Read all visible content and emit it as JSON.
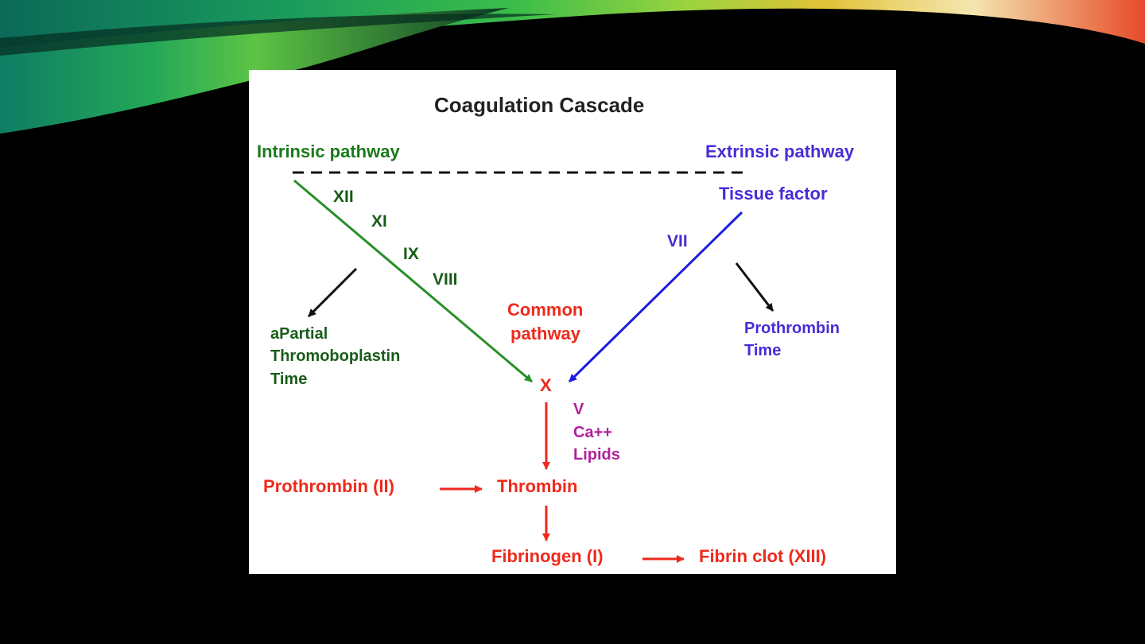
{
  "slide": {
    "background": "#000000",
    "ribbon_colors": [
      "#0e6f5a",
      "#1fa15a",
      "#46c04a",
      "#9fd640",
      "#e0b43a",
      "#e4542a"
    ]
  },
  "diagram": {
    "title": "Coagulation Cascade",
    "intrinsic": {
      "label": "Intrinsic pathway",
      "factors": [
        "XII",
        "XI",
        "IX",
        "VIII"
      ],
      "test_label": [
        "aPartial",
        "Thromoboplastin",
        "Time"
      ],
      "color": "#1a7a1a",
      "line_color": "#2a8f2a"
    },
    "extrinsic": {
      "label": "Extrinsic pathway",
      "trigger": "Tissue factor",
      "factor": "VII",
      "test_label": [
        "Prothrombin",
        "Time"
      ],
      "color": "#4a2bd6",
      "line_color": "#1c1ce0"
    },
    "common": {
      "label": [
        "Common",
        "pathway"
      ],
      "x_factor": "X",
      "cofactors": [
        "V",
        "Ca++",
        "Lipids"
      ],
      "cofactor_color": "#b21f9a",
      "prothrombin": "Prothrombin (II)",
      "thrombin": "Thrombin",
      "fibrinogen": "Fibrinogen (I)",
      "fibrin": "Fibrin clot (XIII)",
      "color": "#ee2a1c"
    }
  }
}
